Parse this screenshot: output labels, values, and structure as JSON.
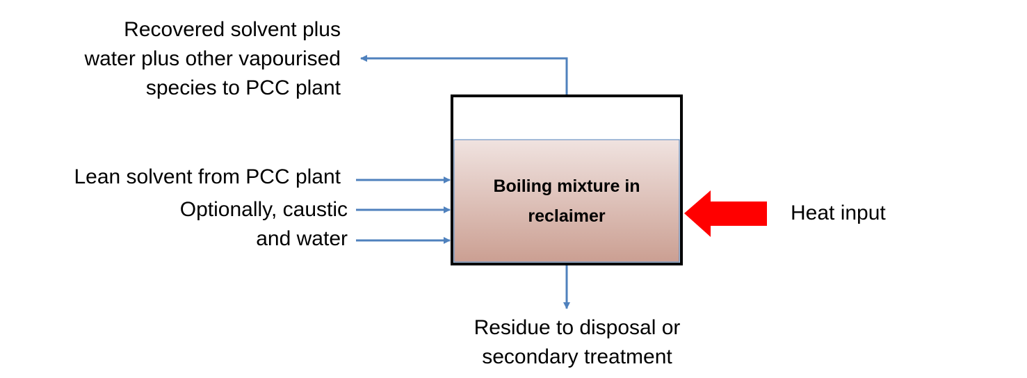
{
  "vessel": {
    "label_line1": "Boiling mixture in",
    "label_line2": "reclaimer",
    "liquid_gradient": [
      "#f0e3e0",
      "#cb9f92"
    ]
  },
  "outputs": {
    "vapour": {
      "line1": "Recovered solvent  plus",
      "line2": "water plus other vapourised",
      "line3": "species to PCC plant"
    },
    "residue": {
      "line1": "Residue to disposal or",
      "line2": "secondary treatment"
    }
  },
  "inputs": {
    "lean_solvent": "Lean solvent from PCC plant",
    "caustic_line1": "Optionally, caustic",
    "caustic_line2": "and water",
    "heat": "Heat input"
  },
  "colors": {
    "flow_arrow": "#4f81bd",
    "heat_arrow": "#ff0000",
    "vessel_border": "#000000"
  }
}
